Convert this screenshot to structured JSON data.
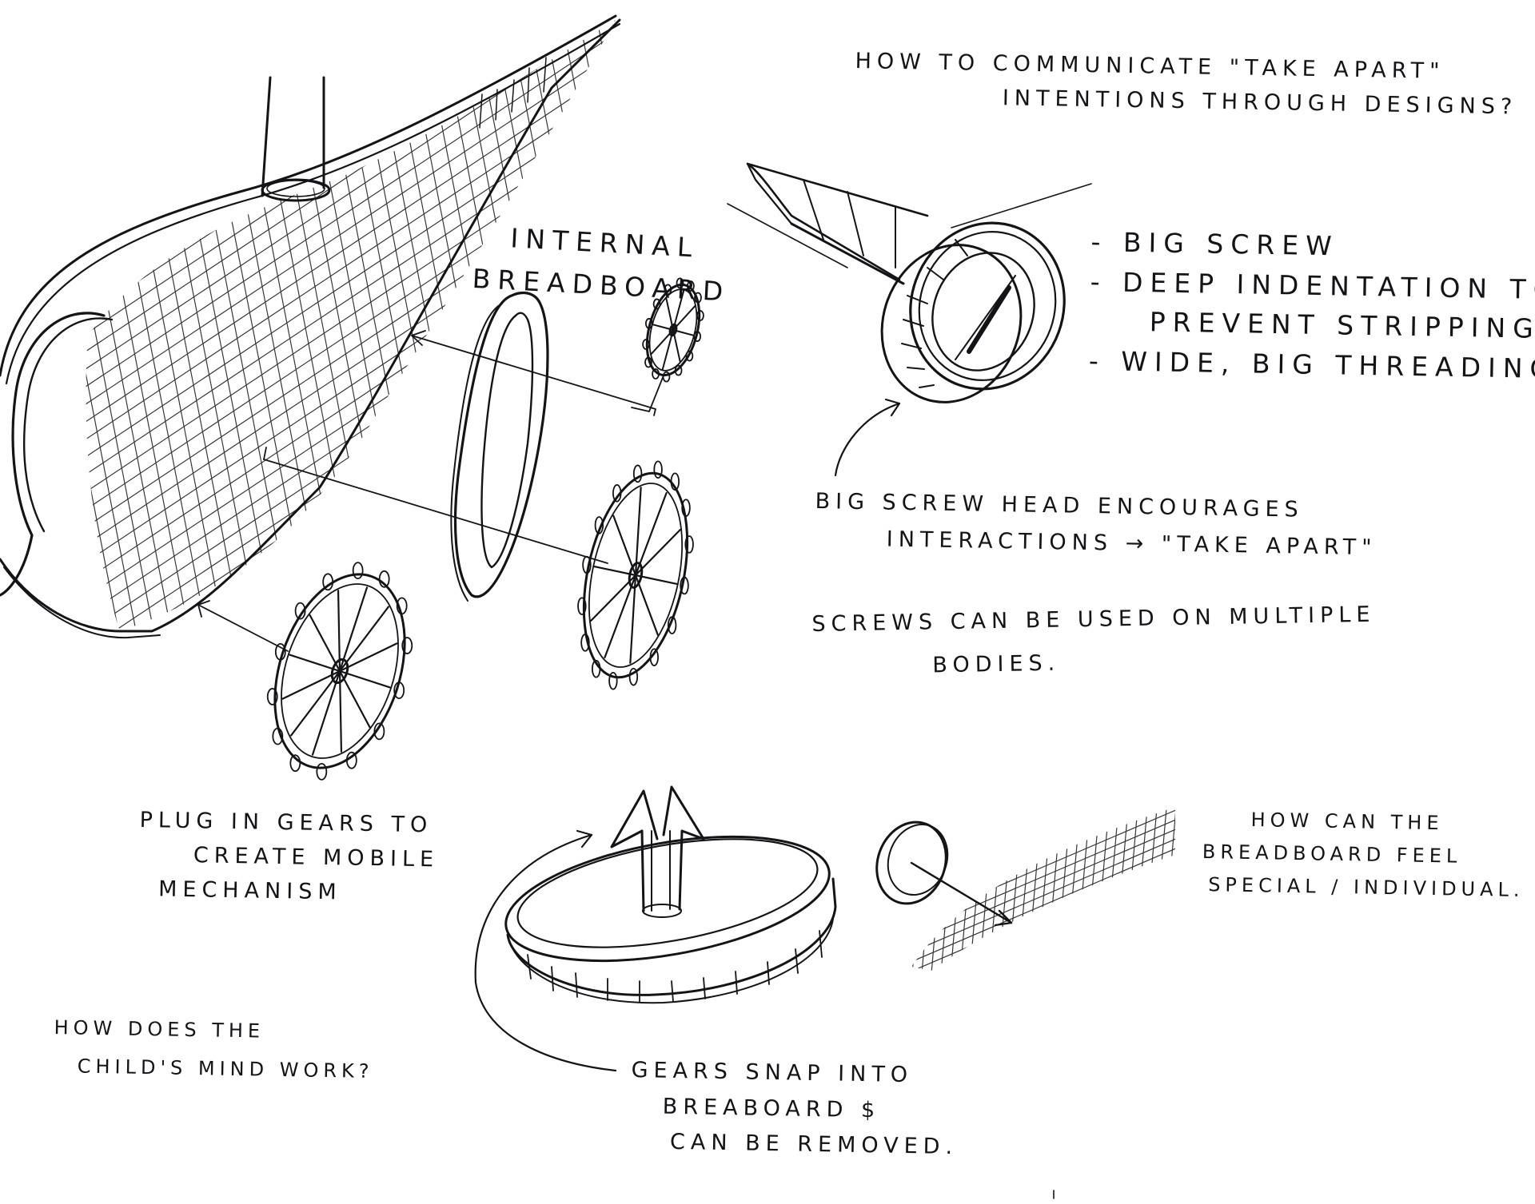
{
  "notes": {
    "take_apart_question": [
      "HOW TO COMMUNICATE \"TAKE APART\"",
      "INTENTIONS THROUGH DESIGNS?"
    ],
    "internal_breadboard": [
      "INTERNAL",
      "BREADBOARD"
    ],
    "screw_features": [
      "- BIG SCREW",
      "- DEEP INDENTATION TO",
      "PREVENT STRIPPING",
      "- WIDE, BIG THREADING."
    ],
    "screw_head": [
      "BIG SCREW HEAD ENCOURAGES",
      "INTERACTIONS → \"TAKE APART\""
    ],
    "screws_bodies": [
      "SCREWS CAN BE USED ON MULTIPLE",
      "BODIES."
    ],
    "plug_gears": [
      "PLUG IN GEARS TO",
      "CREATE MOBILE",
      "MECHANISM"
    ],
    "breadboard_special": [
      "HOW CAN THE",
      "BREADBOARD FEEL",
      "SPECIAL / INDIVIDUAL."
    ],
    "child_mind": [
      "HOW DOES THE",
      "CHILD'S MIND WORK?"
    ],
    "gears_snap": [
      "GEARS SNAP INTO",
      "BREABOARD $",
      "CAN BE REMOVED."
    ]
  },
  "colors": {
    "ink": "#141418",
    "paper": "#ffffff"
  }
}
